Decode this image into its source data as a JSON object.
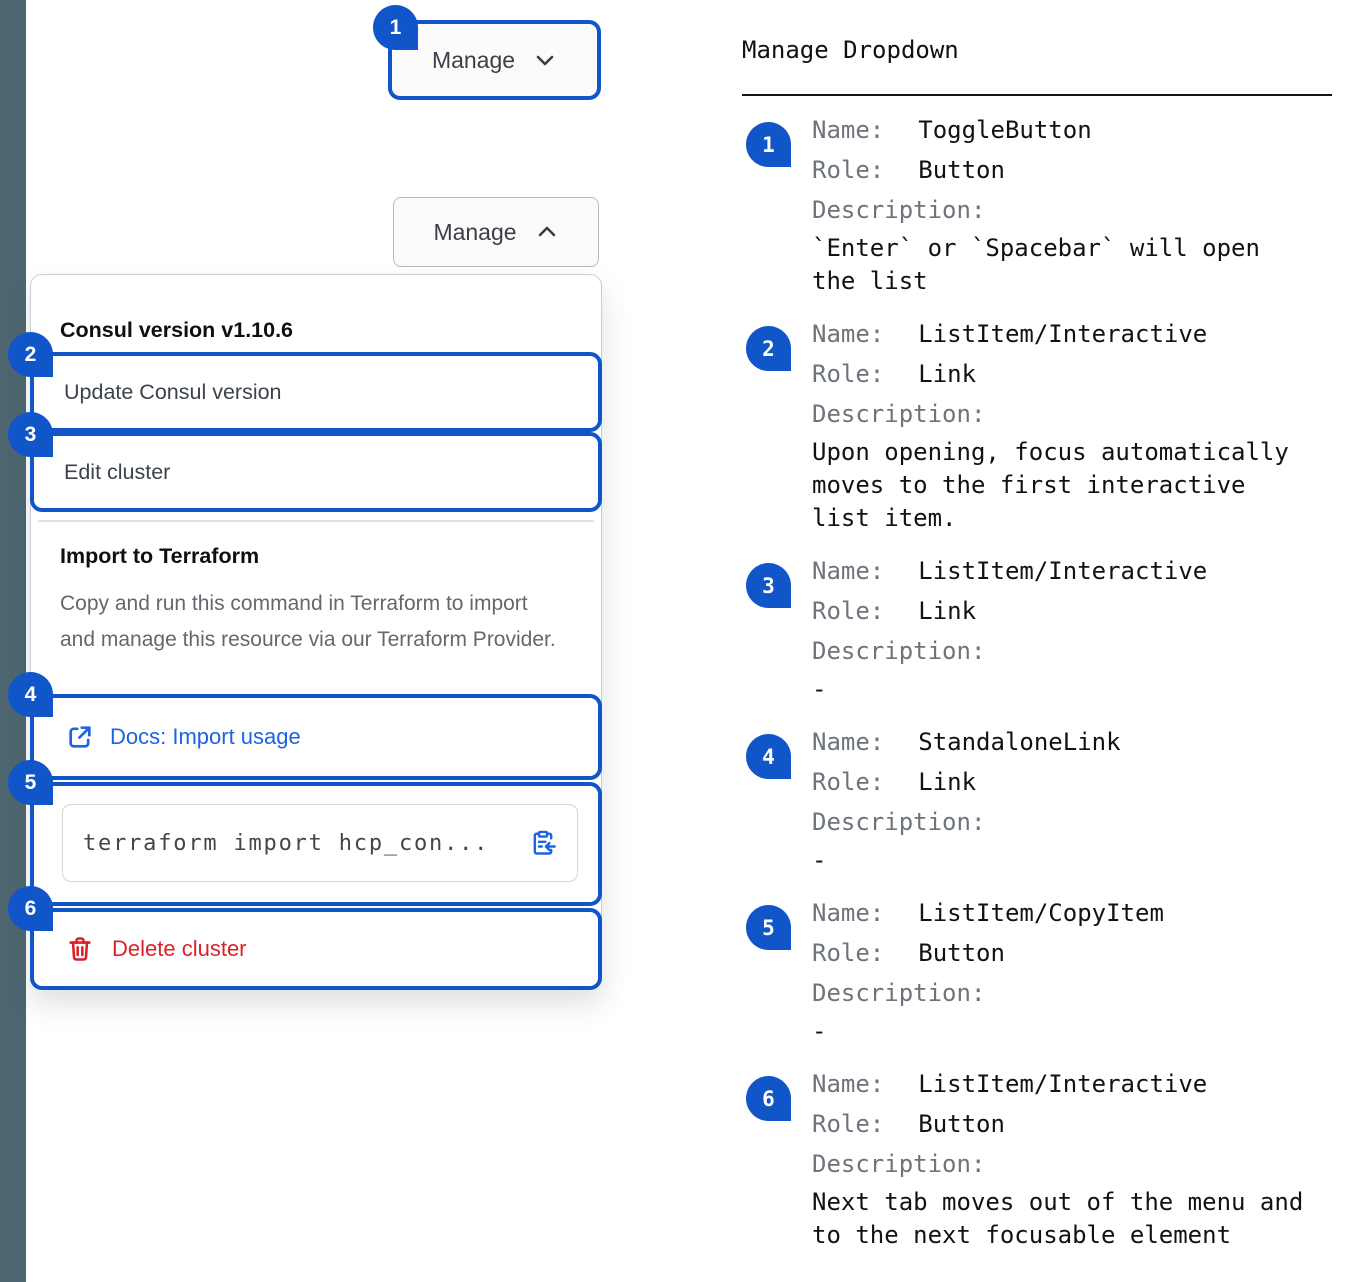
{
  "stage": {
    "toggle_button_collapsed": {
      "label": "Manage"
    },
    "toggle_button_expanded": {
      "label": "Manage"
    },
    "dropdown": {
      "section1_title": "Consul version v1.10.6",
      "item_update_label": "Update Consul version",
      "item_edit_label": "Edit cluster",
      "section2_title": "Import to Terraform",
      "section2_description": "Copy and run this command in Terraform to import and manage this resource via our Terraform Provider.",
      "docs_link_label": "Docs: Import usage",
      "code_snippet": "terraform import hcp_con...",
      "delete_label": "Delete cluster"
    },
    "badges": {
      "b1": "1",
      "b2": "2",
      "b3": "3",
      "b4": "4",
      "b5": "5",
      "b6": "6"
    }
  },
  "annotations": {
    "title": "Manage Dropdown",
    "name_label": "Name:",
    "role_label": "Role:",
    "description_label": "Description:",
    "items": [
      {
        "number": "1",
        "name": "ToggleButton",
        "role": "Button",
        "description": "`Enter` or `Spacebar` will open the list"
      },
      {
        "number": "2",
        "name": "ListItem/Interactive",
        "role": "Link",
        "description": "Upon opening, focus automatically moves to the first interactive list item."
      },
      {
        "number": "3",
        "name": "ListItem/Interactive",
        "role": "Link",
        "description": "-"
      },
      {
        "number": "4",
        "name": "StandaloneLink",
        "role": "Link",
        "description": "-"
      },
      {
        "number": "5",
        "name": "ListItem/CopyItem",
        "role": "Button",
        "description": "-"
      },
      {
        "number": "6",
        "name": "ListItem/Interactive",
        "role": "Button",
        "description": "Next tab moves out of the menu and to the next focusable element"
      }
    ]
  },
  "colors": {
    "accent_blue": "#1156c8",
    "link_blue": "#1c63e6",
    "danger_red": "#de2128",
    "rail_slate": "#4d6670"
  }
}
